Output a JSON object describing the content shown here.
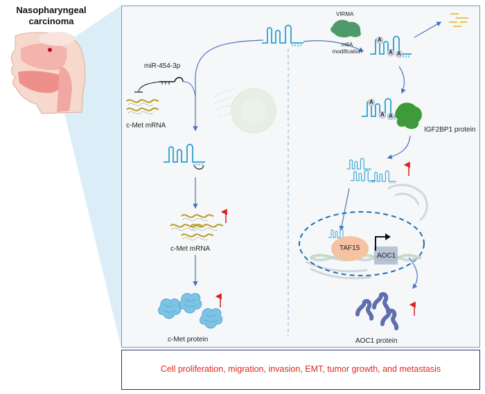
{
  "anatomy": {
    "title_line1": "Nasopharyngeal",
    "title_line2": "carcinoma"
  },
  "left_pathway": {
    "mirna_label": "miR-454-3p",
    "cmet_mrna_top_label": "c-Met mRNA",
    "cmet_mrna_label": "c-Met mRNA",
    "cmet_protein_label": "c-Met protein"
  },
  "right_pathway": {
    "virma_label": "VIRMA",
    "modification_line1": "m6A",
    "modification_line2": "modification",
    "m6a_mark": "A",
    "igf2bp1_label": "IGF2BP1 protein",
    "taf15_label": "TAF15",
    "aoc1_gene_label": "AOC1",
    "aoc1_protein_label": "AOC1 protein"
  },
  "outcome": {
    "text": "Cell proliferation, migration, invasion, EMT, tumor growth, and metastasis"
  },
  "colors": {
    "rna": "#2b9ed4",
    "arrow": "#4a72c0",
    "mrna": "#b89a20",
    "cmet_protein": "#7cc3e4",
    "virma": "#4f9a6a",
    "igf2bp1": "#3f9a3a",
    "taf15": "#f5c2a2",
    "aoc1_protein": "#5f6fae",
    "up_arrow": "#e01c1c",
    "outcome_text": "#e0281c",
    "dashed": "#1c6eb0"
  }
}
